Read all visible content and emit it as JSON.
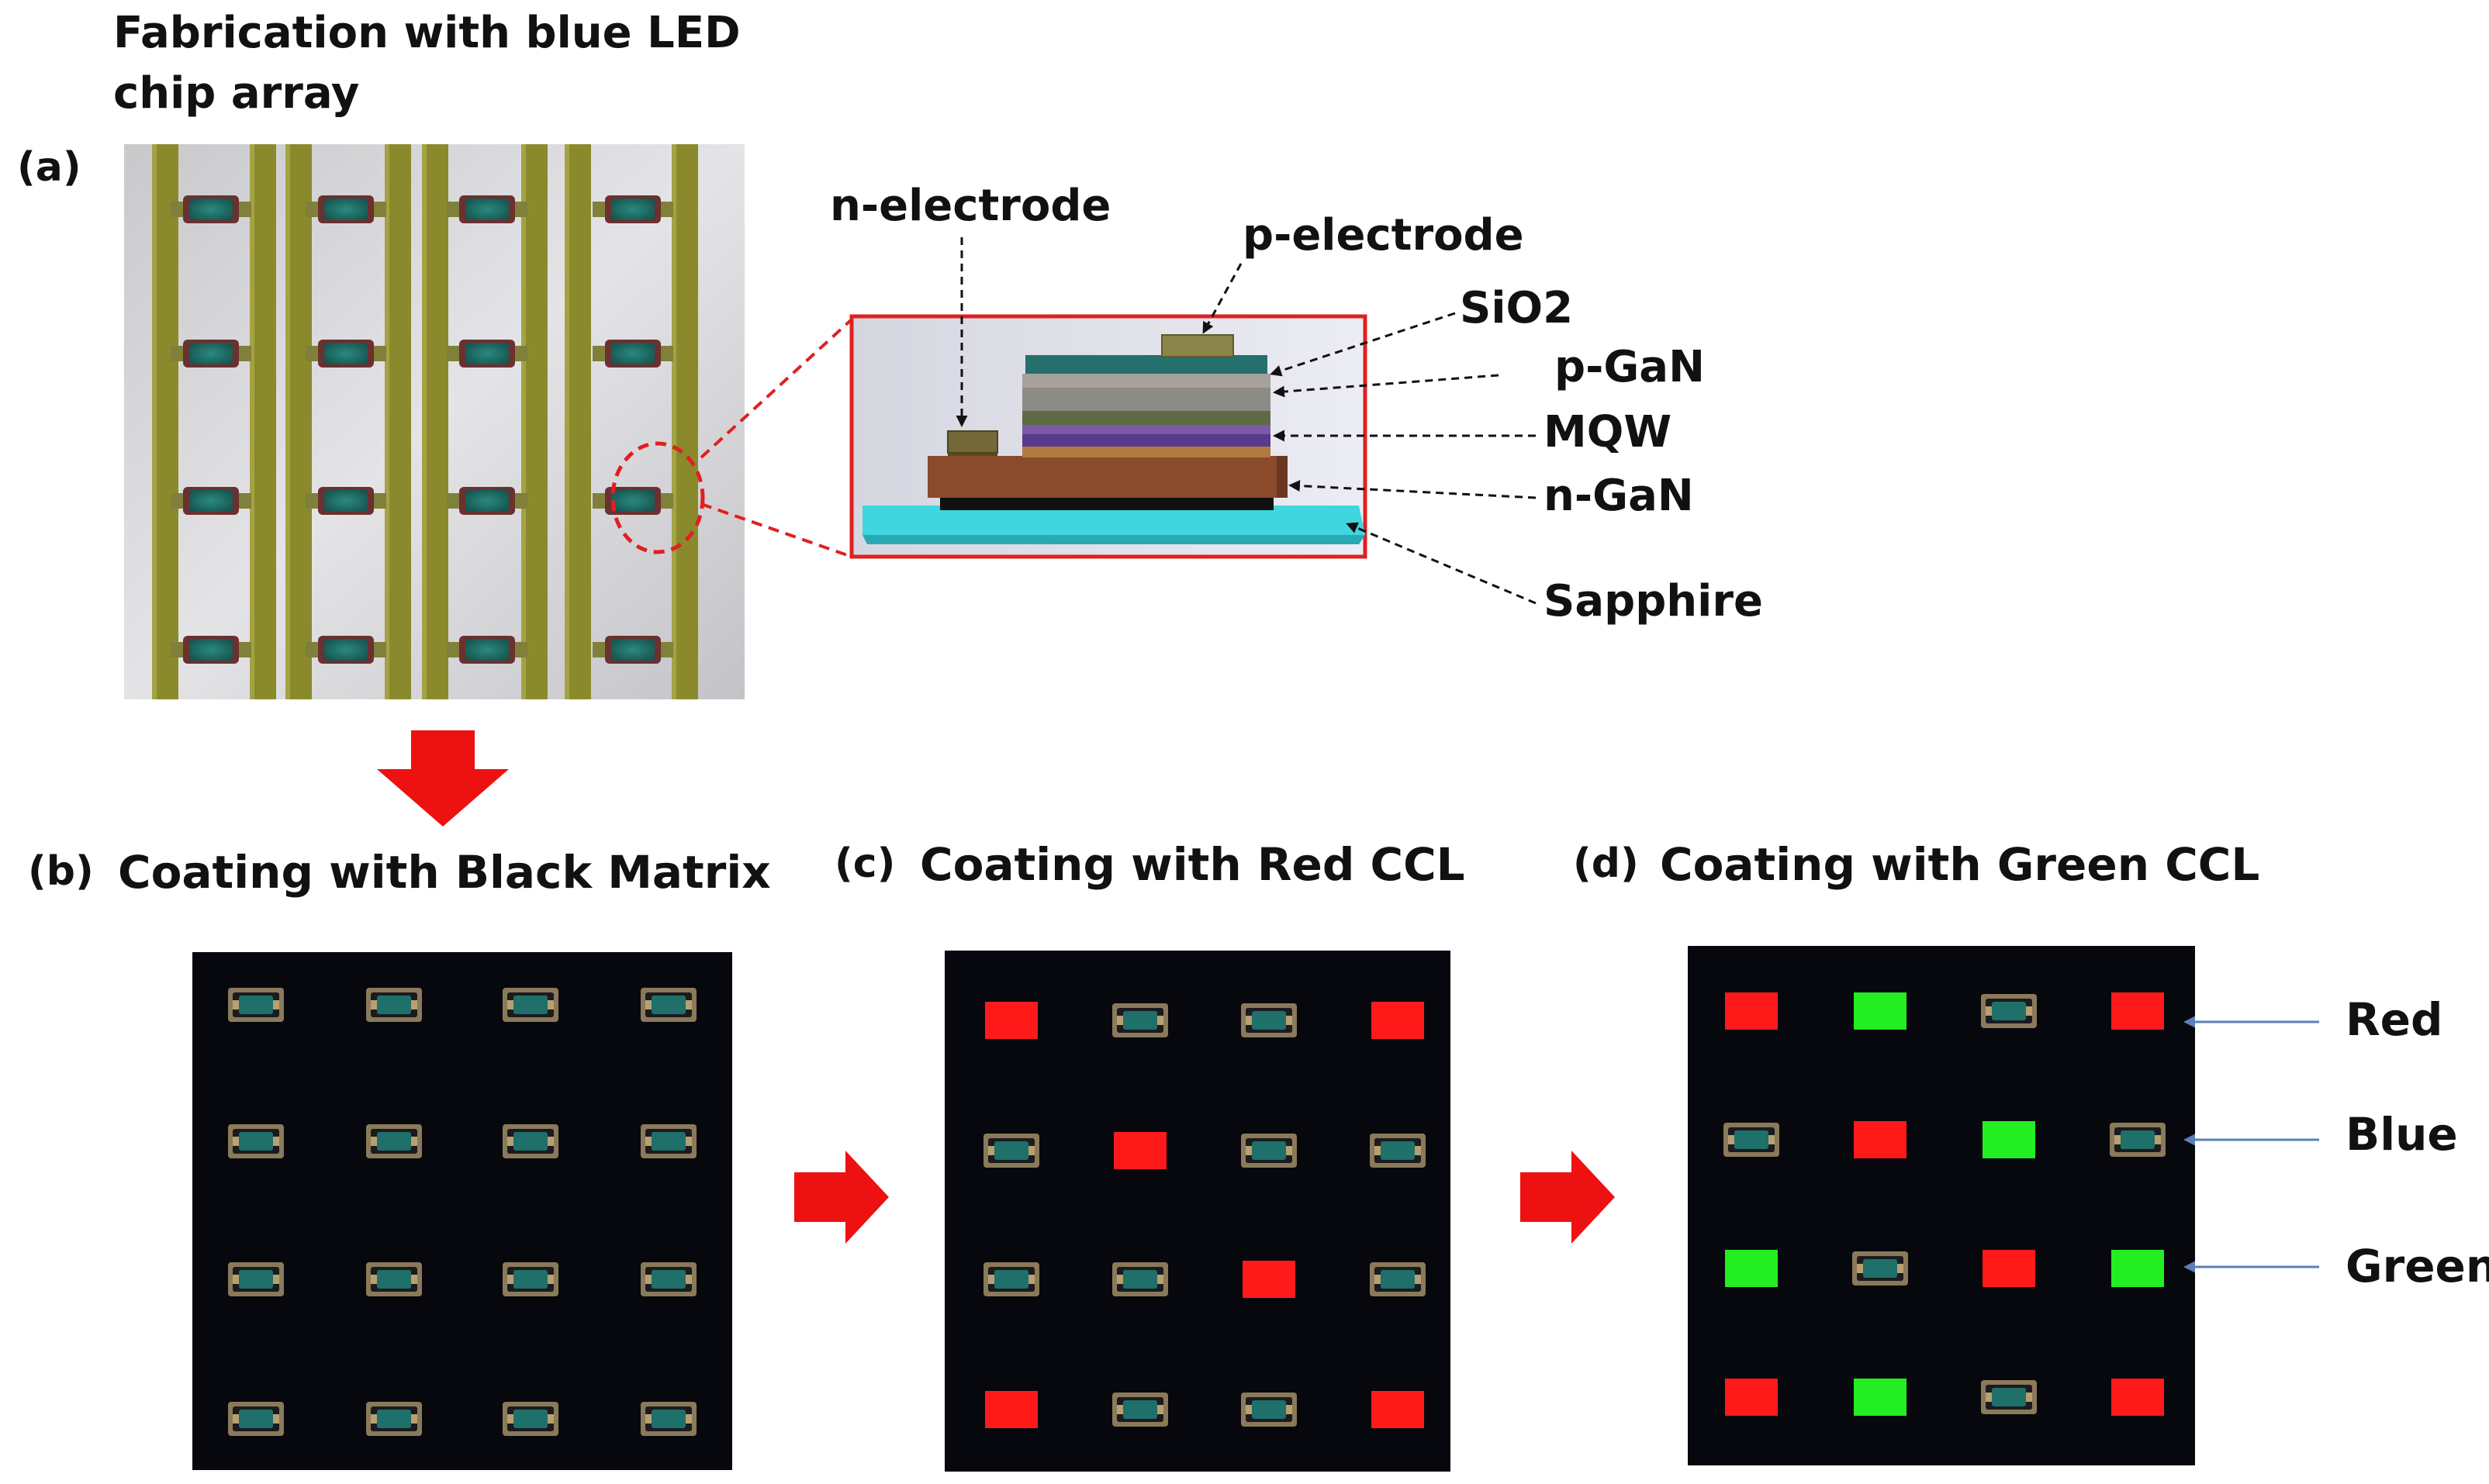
{
  "panel_a": {
    "title_line1": "Fabrication with blue LED",
    "title_line2": "chip array",
    "label": "(a)"
  },
  "cross_section": {
    "labels": {
      "n_electrode": "n-electrode",
      "p_electrode": "p-electrode",
      "sio2": "SiO2",
      "p_gan": "p-GaN",
      "mqw": "MQW",
      "n_gan": "n-GaN",
      "sapphire": "Sapphire"
    }
  },
  "panel_b": {
    "label": "(b)",
    "title": "Coating with Black Matrix"
  },
  "panel_c": {
    "label": "(c)",
    "title": "Coating with Red CCL"
  },
  "panel_d": {
    "label": "(d)",
    "title": "Coating with Green CCL"
  },
  "legend": {
    "red": "Red",
    "blue": "Blue",
    "green": "Green"
  },
  "grids": {
    "panel_b": [
      [
        "B",
        "B",
        "B",
        "B"
      ],
      [
        "B",
        "B",
        "B",
        "B"
      ],
      [
        "B",
        "B",
        "B",
        "B"
      ],
      [
        "B",
        "B",
        "B",
        "B"
      ]
    ],
    "panel_c": [
      [
        "R",
        "B",
        "B",
        "R"
      ],
      [
        "B",
        "R",
        "B",
        "B"
      ],
      [
        "B",
        "B",
        "R",
        "B"
      ],
      [
        "R",
        "B",
        "B",
        "R"
      ]
    ],
    "panel_d": [
      [
        "R",
        "G",
        "B",
        "R"
      ],
      [
        "B",
        "R",
        "G",
        "B"
      ],
      [
        "G",
        "B",
        "R",
        "G"
      ],
      [
        "R",
        "G",
        "B",
        "R"
      ]
    ]
  },
  "colors": {
    "red_ccl": "#ff1a1a",
    "green_ccl": "#22ee22",
    "black_matrix": "#07080d",
    "arrow": "#ee1111",
    "electrode_line": "#8a8a2c",
    "chip_teal": "#1f6f6a",
    "sapphire": "#3fd6e0",
    "n_gan": "#8a4a2c",
    "zoom_box": "#e02020"
  }
}
